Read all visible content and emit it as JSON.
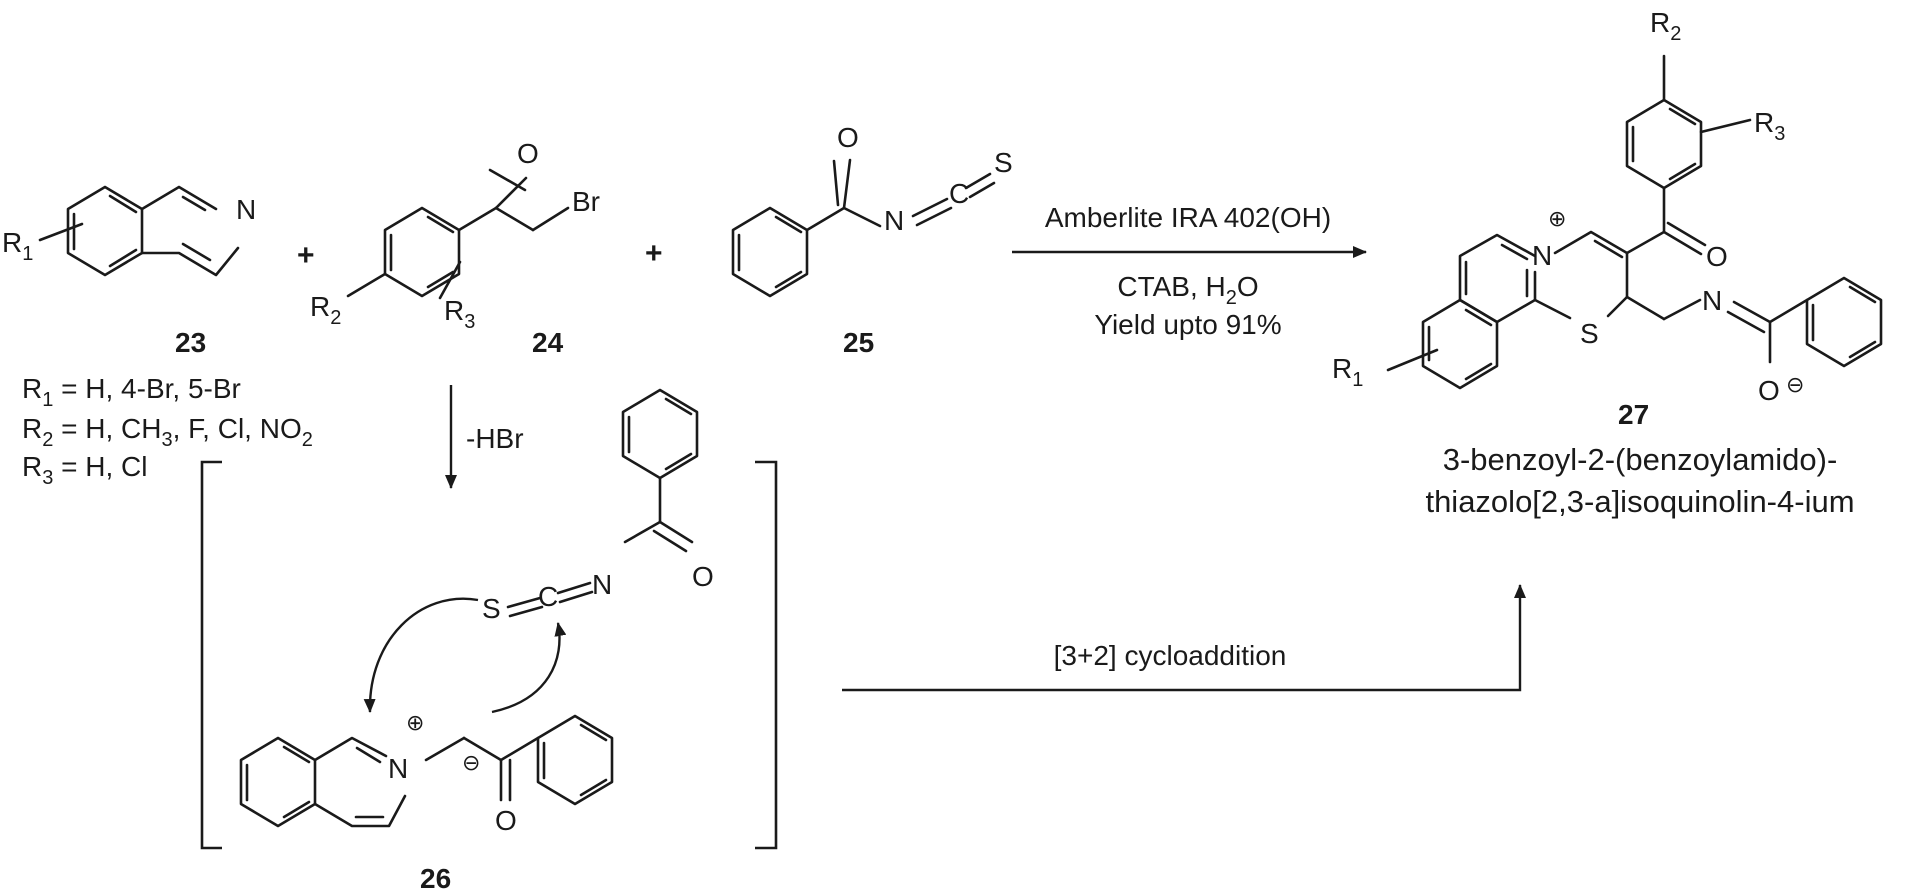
{
  "atoms": {
    "N": "N",
    "O": "O",
    "S": "S",
    "Br": "Br",
    "R1": "R1",
    "R2": "R2",
    "R3": "R3",
    "R1_base": "R",
    "R1_sub": "1",
    "R2_base": "R",
    "R2_sub": "2",
    "R3_base": "R",
    "R3_sub": "3",
    "C": "C"
  },
  "charges": {
    "plus": "⊕",
    "minus": "⊖"
  },
  "plus_sign": "+",
  "compounds": {
    "c23": "23",
    "c24": "24",
    "c25": "25",
    "c26": "26",
    "c27": "27"
  },
  "substituents": {
    "r1_prefix": "R",
    "r1_sub": "1",
    "r1_values": " = H, 4-Br, 5-Br",
    "r2_prefix": "R",
    "r2_sub": "2",
    "r2_values_a": " = H, CH",
    "r2_sub_ch": "3",
    "r2_values_b": ", F, Cl, NO",
    "r2_sub_no": "2",
    "r3_prefix": "R",
    "r3_sub": "3",
    "r3_values": " = H, Cl"
  },
  "conditions": {
    "line1": "Amberlite IRA 402(OH)",
    "line2_a": "CTAB, H",
    "line2_sub": "2",
    "line2_b": "O",
    "line3": "Yield upto 91%",
    "minus_hbr": "-HBr",
    "cycloaddition": "[3+2] cycloaddition"
  },
  "product_name": {
    "line1": "3-benzoyl-2-(benzoylamido)-",
    "line2": "thiazolo[2,3-a]isoquinolin-4-ium"
  }
}
